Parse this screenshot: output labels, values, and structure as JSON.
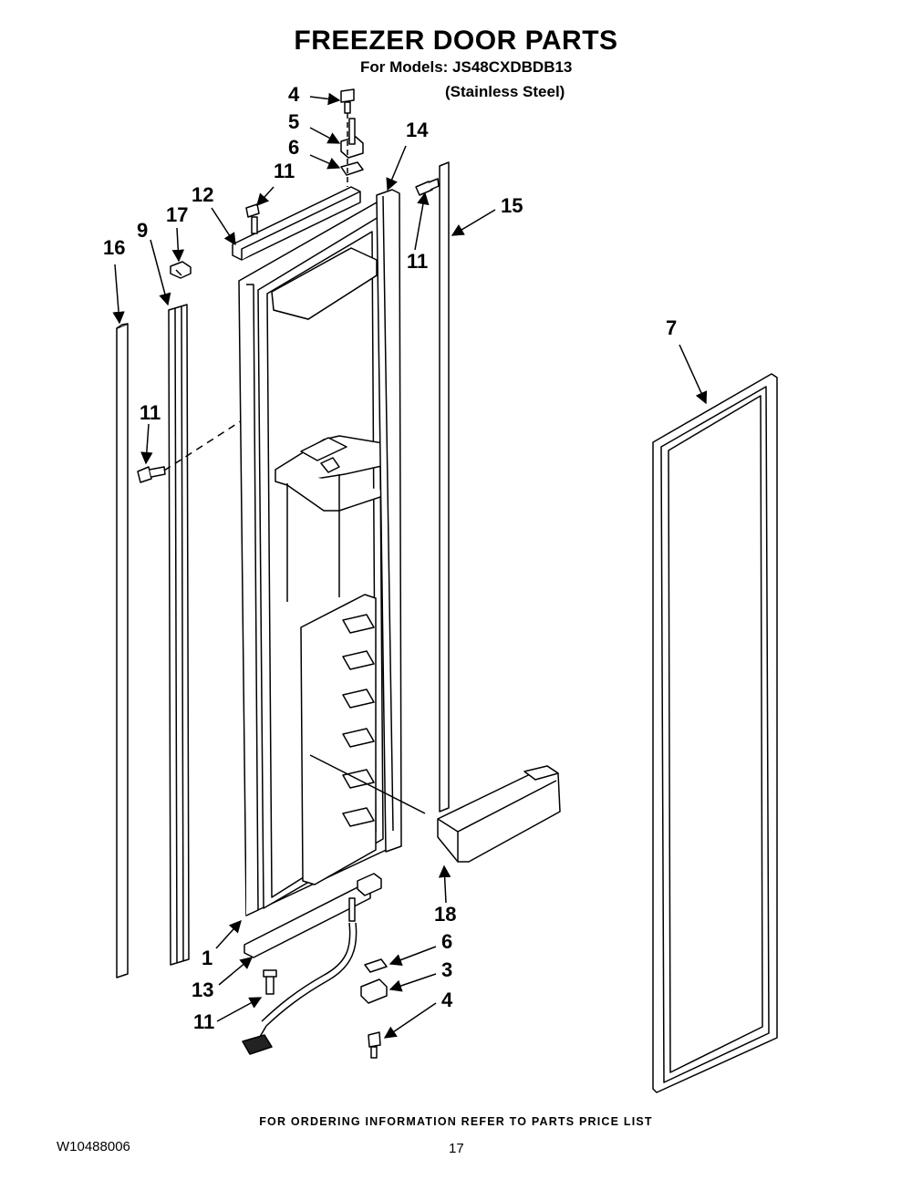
{
  "header": {
    "title": "FREEZER DOOR PARTS",
    "models_line": "For Models: JS48CXDBDB13",
    "variant_line": "(Stainless Steel)"
  },
  "footer": {
    "ordering_note": "FOR ORDERING INFORMATION REFER TO PARTS PRICE LIST",
    "document_id": "W10488006",
    "page_number": "17"
  },
  "callouts": [
    "4",
    "5",
    "6",
    "11",
    "14",
    "12",
    "17",
    "9",
    "16",
    "15",
    "11",
    "11",
    "7",
    "18",
    "1",
    "13",
    "6",
    "3",
    "4",
    "11"
  ]
}
